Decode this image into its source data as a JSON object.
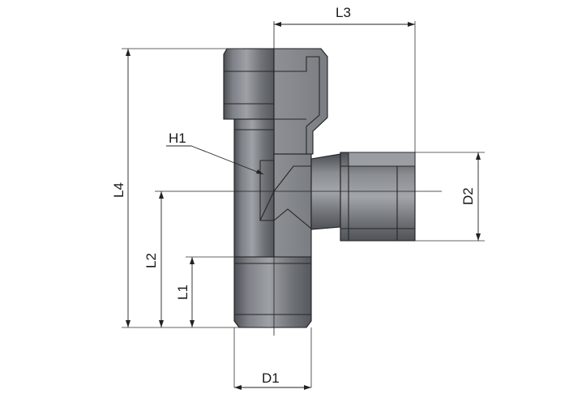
{
  "labels": {
    "l1": "L1",
    "l2": "L2",
    "l3": "L3",
    "l4": "L4",
    "d1": "D1",
    "d2": "D2",
    "h1": "H1"
  },
  "colors": {
    "background": "#ffffff",
    "body_dark": "#5b5e63",
    "body_mid": "#7d8086",
    "body_light": "#a4a7ac",
    "section_fill": "#888b90",
    "outline": "#1e1e1e"
  }
}
